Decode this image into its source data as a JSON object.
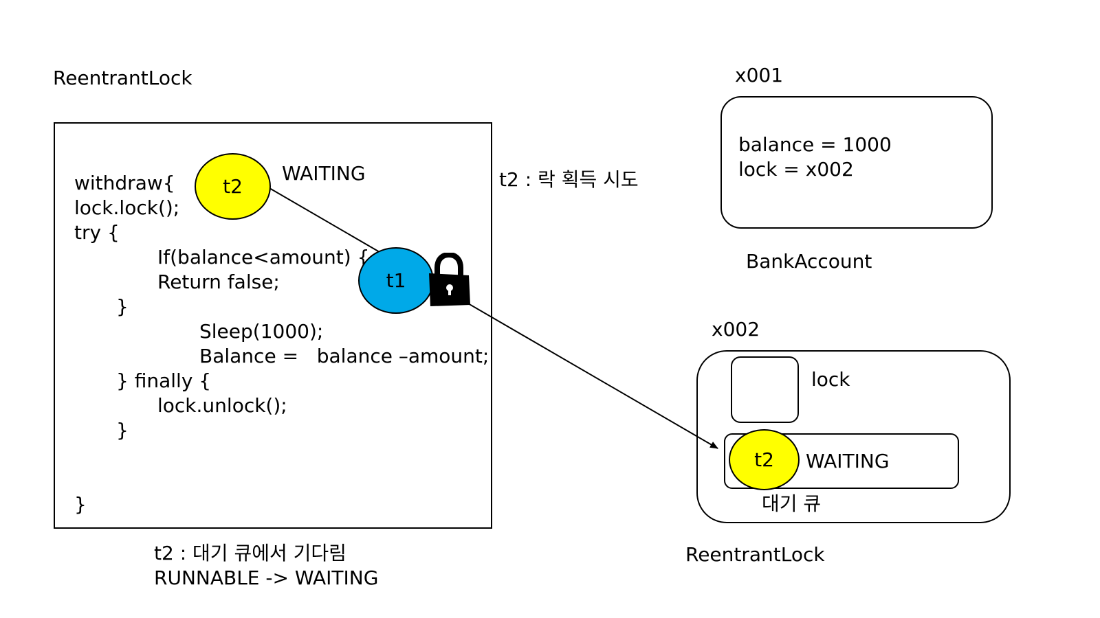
{
  "title_left": "ReentrantLock",
  "code": {
    "lines": [
      "withdraw{",
      "lock.lock();",
      "try {",
      "If(balance<amount) {",
      "Return false;",
      "}",
      "Sleep(1000);",
      "Balance =   balance –amount;",
      "} finally {",
      "lock.unlock();",
      "}",
      "}"
    ]
  },
  "threads": {
    "t2_top": {
      "label": "t2",
      "state": "WAITING"
    },
    "t1": {
      "label": "t1"
    },
    "t2_queue": {
      "label": "t2",
      "state": "WAITING"
    }
  },
  "attempt_label": "t2 : 락 획득 시도",
  "caption": {
    "line1": "t2 : 대기 큐에서 기다림",
    "line2": "RUNNABLE -> WAITING"
  },
  "bank_account": {
    "address": "x001",
    "balance_line": "balance  =  1000",
    "lock_line": "lock  =  x002",
    "name": "BankAccount"
  },
  "reentrant_lock": {
    "address": "x002",
    "lock_label": "lock",
    "queue_label": "대기 큐",
    "name": "ReentrantLock"
  },
  "icons": [
    "padlock-icon"
  ],
  "colors": {
    "t1": "#00a9e8",
    "t2": "#ffff00",
    "line": "#000000"
  }
}
